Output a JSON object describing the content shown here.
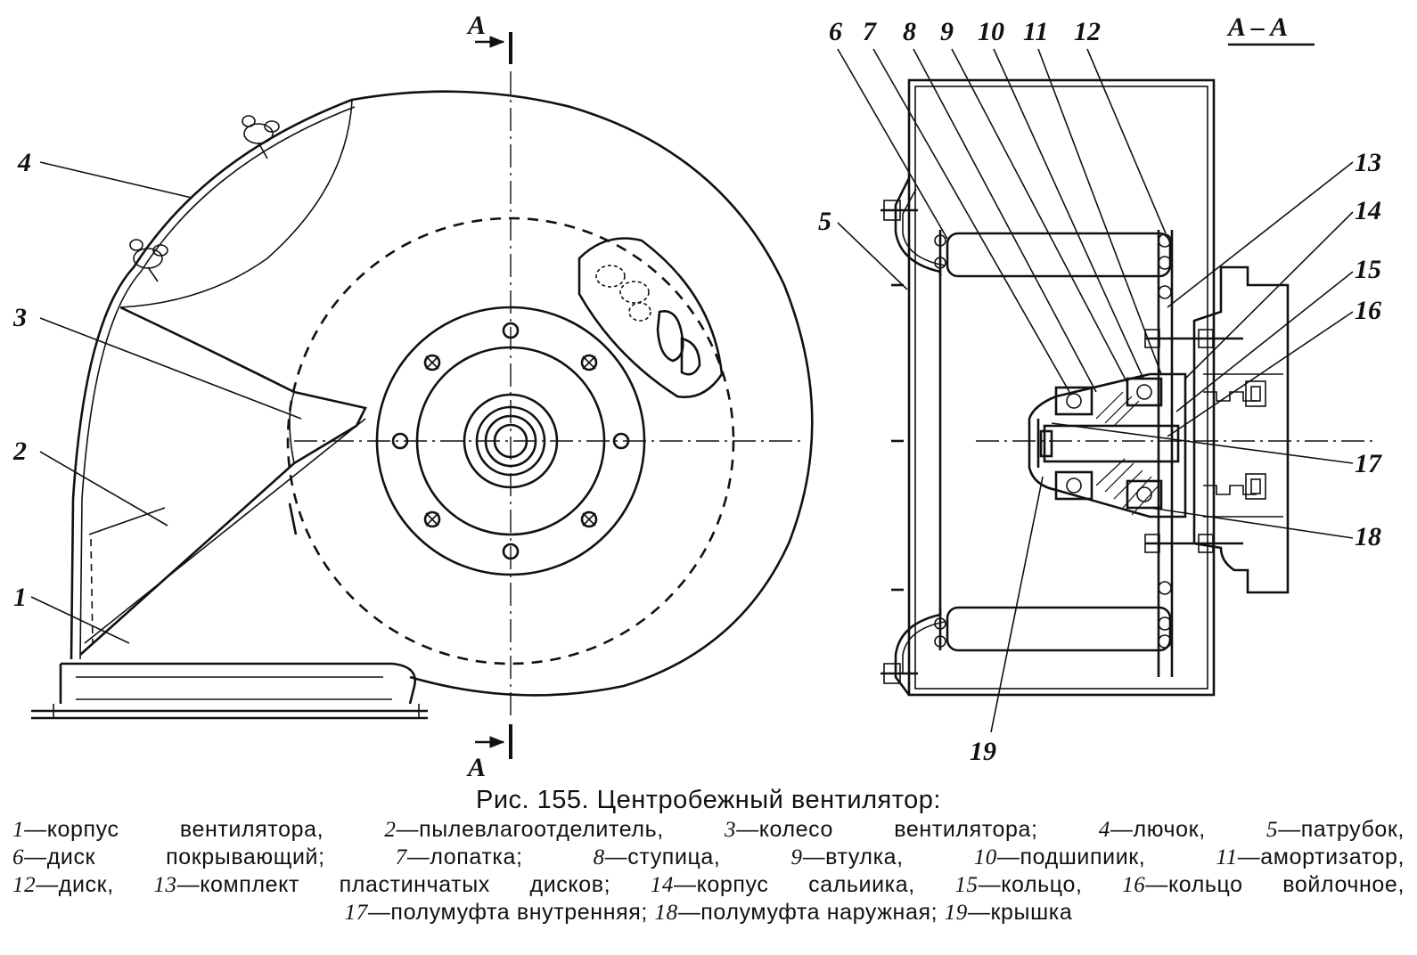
{
  "section_marks": {
    "top": "A",
    "bottom": "A",
    "section_title": "A – A"
  },
  "callouts": {
    "c1": "1",
    "c2": "2",
    "c3": "3",
    "c4": "4",
    "c5": "5",
    "c6": "6",
    "c7": "7",
    "c8": "8",
    "c9": "9",
    "c10": "10",
    "c11": "11",
    "c12": "12",
    "c13": "13",
    "c14": "14",
    "c15": "15",
    "c16": "16",
    "c17": "17",
    "c18": "18",
    "c19": "19"
  },
  "caption": {
    "title": "Рис. 155. Центробежный вентилятор:",
    "lines": [
      [
        {
          "num": "1",
          "text": "—корпус вентилятора, "
        },
        {
          "num": "2",
          "text": "—пылевлагоотделитель, "
        },
        {
          "num": "3",
          "text": "—колесо вентилятора; "
        },
        {
          "num": "4",
          "text": "—лючок, "
        },
        {
          "num": "5",
          "text": "—патрубок,"
        }
      ],
      [
        {
          "num": "6",
          "text": "—диск покрывающий; "
        },
        {
          "num": "7",
          "text": "—лопатка; "
        },
        {
          "num": "8",
          "text": "—ступица, "
        },
        {
          "num": "9",
          "text": "—втулка, "
        },
        {
          "num": "10",
          "text": "—подшипиик, "
        },
        {
          "num": "11",
          "text": "—амортизатор,"
        }
      ],
      [
        {
          "num": "12",
          "text": "—диск, "
        },
        {
          "num": "13",
          "text": "—комплект пластинчатых дисков; "
        },
        {
          "num": "14",
          "text": "—корпус сальиика, "
        },
        {
          "num": "15",
          "text": "—кольцо, "
        },
        {
          "num": "16",
          "text": "—кольцо войлочное,"
        }
      ],
      [
        {
          "num": "17",
          "text": "—полумуфта внутренняя; "
        },
        {
          "num": "18",
          "text": "—полумуфта наружная; "
        },
        {
          "num": "19",
          "text": "—крышка"
        }
      ]
    ]
  }
}
